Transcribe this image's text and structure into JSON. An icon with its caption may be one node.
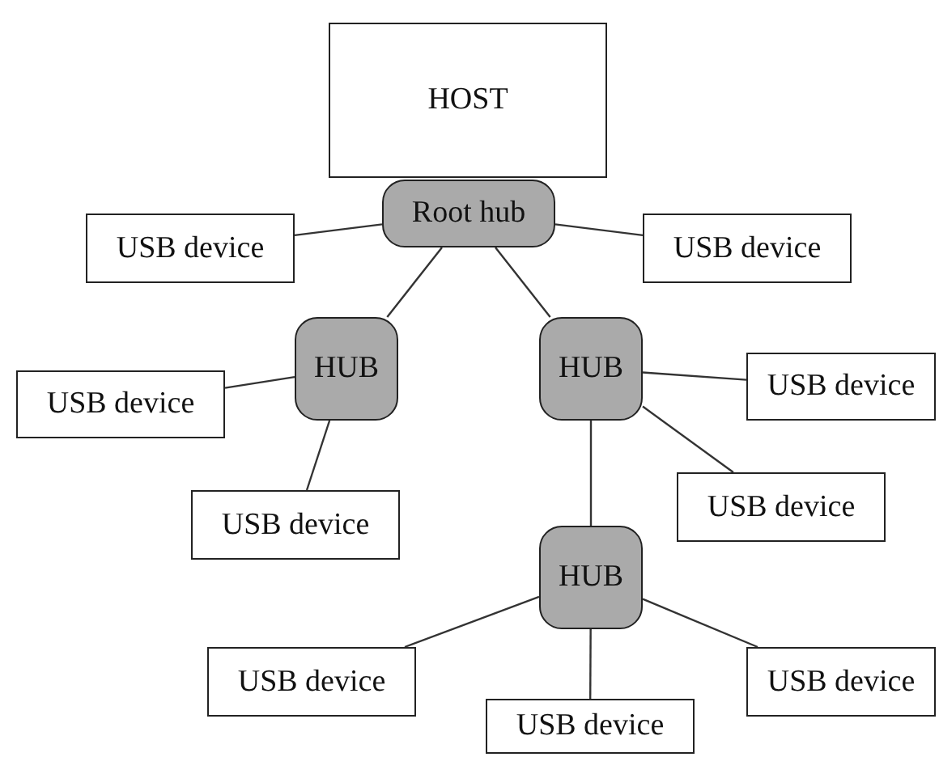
{
  "diagram": {
    "nodes": [
      {
        "text": [
          "HOST"
        ]
      },
      {
        "text": [
          "Root hub"
        ]
      },
      {
        "text": [
          "USB device"
        ]
      },
      {
        "text": [
          "USB device"
        ]
      },
      {
        "text": [
          "HUB"
        ]
      },
      {
        "text": [
          "HUB"
        ]
      },
      {
        "text": [
          "USB device"
        ]
      },
      {
        "text": [
          "USB device"
        ]
      },
      {
        "text": [
          "USB device"
        ]
      },
      {
        "text": [
          "USB device"
        ]
      },
      {
        "text": [
          "HUB"
        ]
      },
      {
        "text": [
          "USB device"
        ]
      },
      {
        "text": [
          "USB device"
        ]
      },
      {
        "text": [
          "USB device"
        ]
      }
    ],
    "edges": [
      {
        "from": 1,
        "to": 2,
        "arrow": "none"
      },
      {
        "from": 1,
        "to": 3,
        "arrow": "none"
      },
      {
        "from": 1,
        "to": 4,
        "arrow": "none"
      },
      {
        "from": 1,
        "to": 5,
        "arrow": "none"
      },
      {
        "from": 4,
        "to": 7,
        "arrow": "none"
      },
      {
        "from": 4,
        "to": 9,
        "arrow": "none"
      },
      {
        "from": 5,
        "to": 6,
        "arrow": "none"
      },
      {
        "from": 5,
        "to": 8,
        "arrow": "none"
      },
      {
        "from": 5,
        "to": 10,
        "arrow": "none"
      },
      {
        "from": 10,
        "to": 11,
        "arrow": "none"
      },
      {
        "from": 10,
        "to": 13,
        "arrow": "none"
      },
      {
        "from": 10,
        "to": 12,
        "arrow": "none"
      }
    ]
  }
}
